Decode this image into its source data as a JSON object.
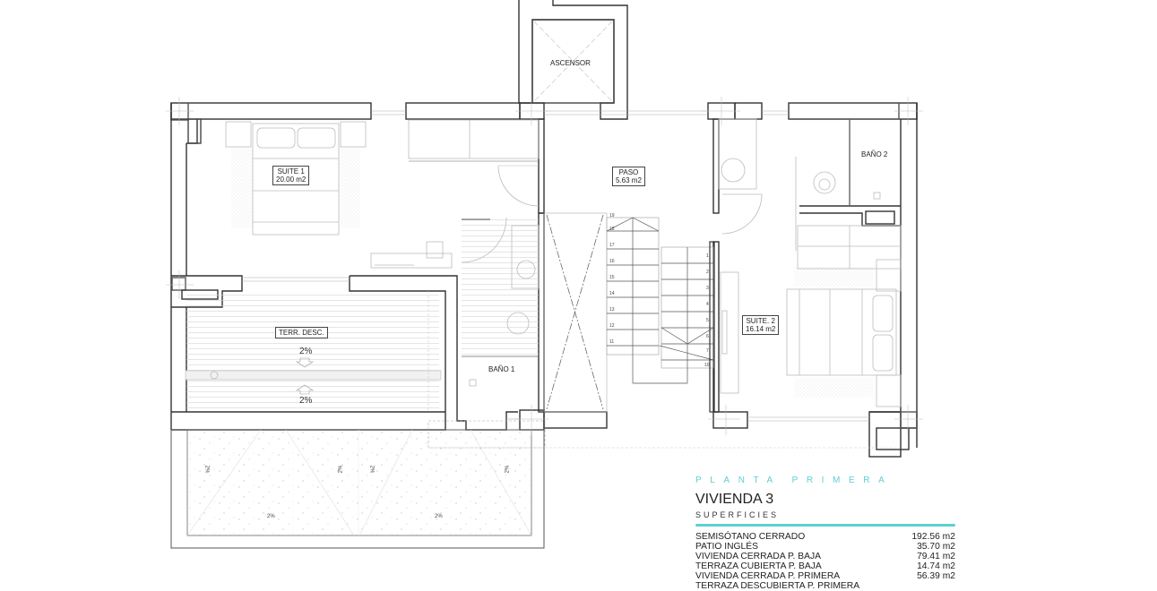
{
  "plan": {
    "title": "PLANTA PRIMERA",
    "unit": "VIVIENDA 3",
    "section_header": "SUPERFICIES",
    "accent_color": "#5fcfd2",
    "wall_color": "#333333"
  },
  "rooms": {
    "ascensor": {
      "name": "ASCENSOR"
    },
    "suite1": {
      "name": "SUITE 1",
      "area": "20.00 m2"
    },
    "paso": {
      "name": "PASO",
      "area": "5.63 m2"
    },
    "bano2": {
      "name": "BAÑO 2"
    },
    "suite2": {
      "name": "SUITE. 2",
      "area": "16.14 m2"
    },
    "terr": {
      "name": "TERR. DESC."
    },
    "bano1": {
      "name": "BAÑO 1"
    }
  },
  "slopes": {
    "terr_top": "2%",
    "terr_bottom": "2%",
    "roof_labels": [
      "2%",
      "2%",
      "2%",
      "2%",
      "2%",
      "2%"
    ]
  },
  "stairs": {
    "steps_right": [
      "1",
      "2",
      "3",
      "4",
      "5",
      "6",
      "7",
      "10"
    ],
    "steps_left": [
      "19",
      "18",
      "17",
      "16",
      "15",
      "14",
      "13",
      "12",
      "11"
    ]
  },
  "surfaces": [
    {
      "label": "SEMISÓTANO CERRADO",
      "value": "192.56 m2"
    },
    {
      "label": "PATIO INGLÉS",
      "value": "35.70 m2"
    },
    {
      "label": "VIVIENDA CERRADA P. BAJA",
      "value": "79.41 m2"
    },
    {
      "label": "TERRAZA CUBIERTA P. BAJA",
      "value": "14.74 m2"
    },
    {
      "label": "VIVIENDA CERRADA P. PRIMERA",
      "value": "56.39 m2"
    },
    {
      "label": "TERRAZA DESCUBIERTA P. PRIMERA",
      "value": ""
    }
  ]
}
